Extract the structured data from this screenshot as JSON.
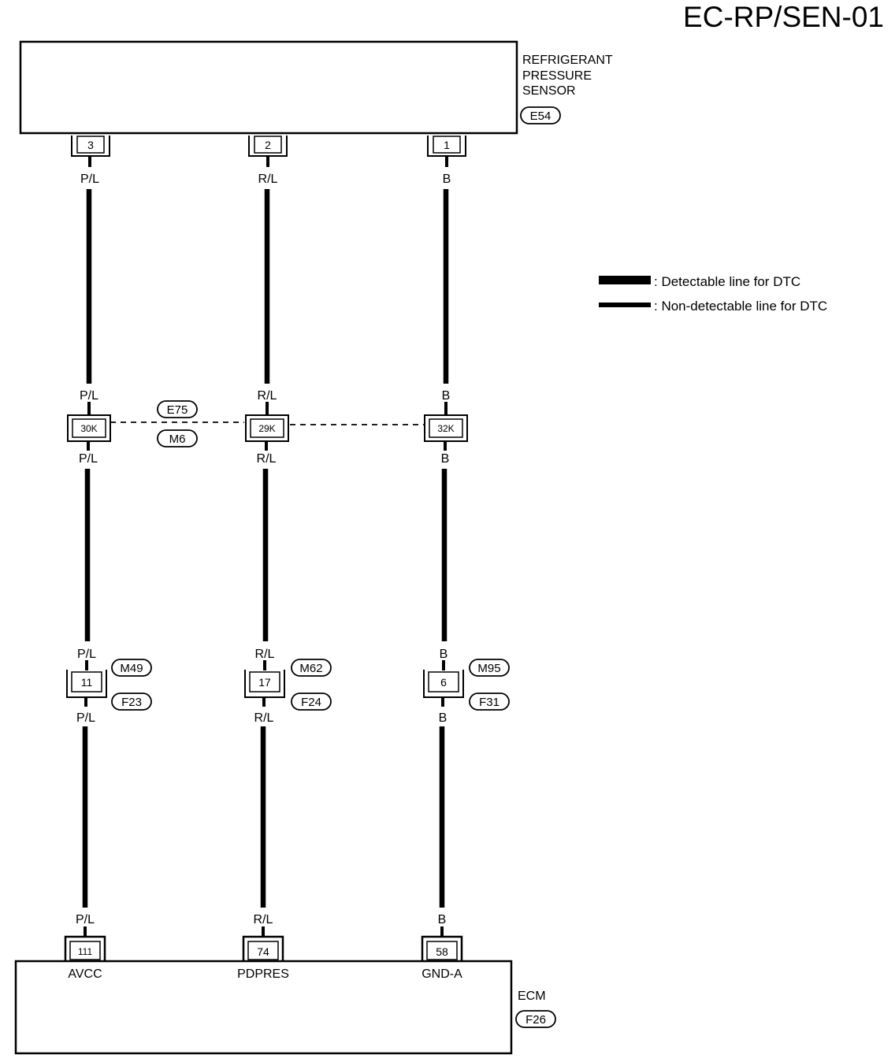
{
  "page_code": "EC-RP/SEN-01",
  "sensor": {
    "name_lines": [
      "REFRIGERANT",
      "PRESSURE",
      "SENSOR"
    ],
    "connector": "E54",
    "pins": [
      "3",
      "2",
      "1"
    ]
  },
  "legend": {
    "detectable": ": Detectable line for DTC",
    "non_detectable": ": Non-detectable line for DTC"
  },
  "wire_colors": [
    "P/L",
    "R/L",
    "B"
  ],
  "joint_connector": {
    "codes": [
      "E75",
      "M6"
    ],
    "pins": [
      "30K",
      "29K",
      "32K"
    ]
  },
  "inline_connectors": {
    "pins": [
      "11",
      "17",
      "6"
    ],
    "upper_codes": [
      "M49",
      "M62",
      "M95"
    ],
    "lower_codes": [
      "F23",
      "F24",
      "F31"
    ]
  },
  "ecm": {
    "name": "ECM",
    "connector": "F26",
    "pins": [
      "111",
      "74",
      "58"
    ],
    "terminals": [
      "AVCC",
      "PDPRES",
      "GND-A"
    ]
  }
}
